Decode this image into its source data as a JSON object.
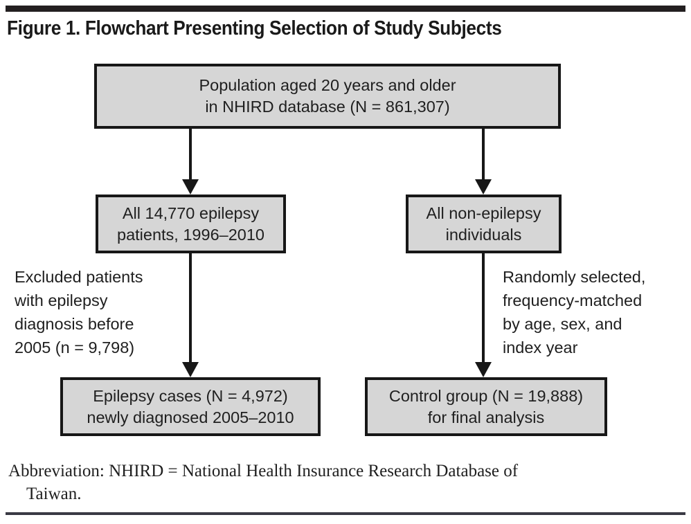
{
  "figure": {
    "title": "Figure 1. Flowchart Presenting Selection of Study Subjects",
    "footnote_main": "Abbreviation: NHIRD = National Health Insurance Research Database of",
    "footnote_cont": "Taiwan."
  },
  "colors": {
    "box_fill": "#d6d6d6",
    "box_border": "#171717",
    "rule": "#231f20",
    "text": "#1f1f1f"
  },
  "chart_data": {
    "type": "diagram",
    "title": "Figure 1. Flowchart Presenting Selection of Study Subjects",
    "nodes": [
      {
        "id": "population",
        "label": "Population aged 20 years and older\nin NHIRD database (N = 861,307)",
        "n": 861307,
        "level": 0
      },
      {
        "id": "epilepsy-all",
        "label": "All 14,770 epilepsy\npatients, 1996–2010",
        "n": 14770,
        "period": "1996–2010",
        "level": 1,
        "branch": "left"
      },
      {
        "id": "non-epilepsy-all",
        "label": "All non-epilepsy\nindividuals",
        "level": 1,
        "branch": "right"
      },
      {
        "id": "epilepsy-cases",
        "label": "Epilepsy cases (N = 4,972)\nnewly diagnosed 2005–2010",
        "n": 4972,
        "period": "2005–2010",
        "level": 2,
        "branch": "left"
      },
      {
        "id": "control-group",
        "label": "Control group (N = 19,888)\nfor final analysis",
        "n": 19888,
        "level": 2,
        "branch": "right"
      }
    ],
    "edges": [
      {
        "from": "population",
        "to": "epilepsy-all"
      },
      {
        "from": "population",
        "to": "non-epilepsy-all"
      },
      {
        "from": "epilepsy-all",
        "to": "epilepsy-cases",
        "annotation": "Excluded patients with epilepsy diagnosis before 2005 (n = 9,798)"
      },
      {
        "from": "non-epilepsy-all",
        "to": "control-group",
        "annotation": "Randomly selected, frequency-matched by age, sex, and index year"
      }
    ],
    "annotations": [
      {
        "id": "exclusion-note",
        "text": "Excluded patients\nwith epilepsy\ndiagnosis before\n2005 (n = 9,798)",
        "excluded_n": 9798,
        "side": "left"
      },
      {
        "id": "matching-note",
        "text": "Randomly selected,\nfrequency-matched\nby age, sex, and\nindex year",
        "side": "right"
      }
    ]
  }
}
